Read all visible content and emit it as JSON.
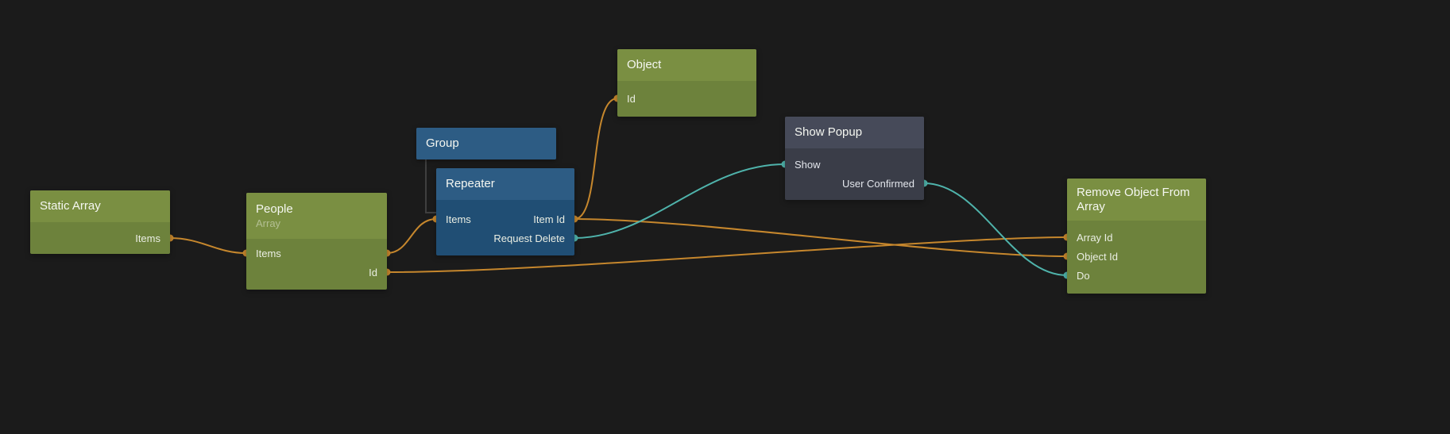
{
  "canvas": {
    "background": "#1b1b1b"
  },
  "colors": {
    "data_connection": "#c6872d",
    "signal_connection": "#4fb3ab",
    "green_node_header": "#7a8f42",
    "green_node_body": "#6d823c",
    "blue_node_header": "#2d5c84",
    "blue_node_body": "#204e74",
    "slate_node_header": "#464a59",
    "slate_node_body": "#3a3d48"
  },
  "nodes": {
    "static_array": {
      "title": "Static Array",
      "ports": {
        "items": "Items"
      }
    },
    "people": {
      "title": "People",
      "subtitle": "Array",
      "ports": {
        "items": "Items",
        "id": "Id"
      }
    },
    "group": {
      "title": "Group"
    },
    "repeater": {
      "title": "Repeater",
      "ports": {
        "items": "Items",
        "item_id": "Item Id",
        "request_delete": "Request Delete"
      }
    },
    "object": {
      "title": "Object",
      "ports": {
        "id": "Id"
      }
    },
    "show_popup": {
      "title": "Show Popup",
      "ports": {
        "show": "Show",
        "user_confirmed": "User Confirmed"
      }
    },
    "remove_object_from_array": {
      "title": "Remove Object From Array",
      "ports": {
        "array_id": "Array Id",
        "object_id": "Object Id",
        "do": "Do"
      }
    }
  },
  "connections": [
    {
      "from": "Static Array.Items",
      "to": "People.Items",
      "type": "data"
    },
    {
      "from": "People.Items",
      "to": "Repeater.Items",
      "type": "data"
    },
    {
      "from": "Repeater.Item Id",
      "to": "Object.Id",
      "type": "data"
    },
    {
      "from": "Repeater.Item Id",
      "to": "Remove Object From Array.Object Id",
      "type": "data"
    },
    {
      "from": "People.Id",
      "to": "Remove Object From Array.Array Id",
      "type": "data"
    },
    {
      "from": "Repeater.Request Delete",
      "to": "Show Popup.Show",
      "type": "signal"
    },
    {
      "from": "Show Popup.User Confirmed",
      "to": "Remove Object From Array.Do",
      "type": "signal"
    }
  ]
}
